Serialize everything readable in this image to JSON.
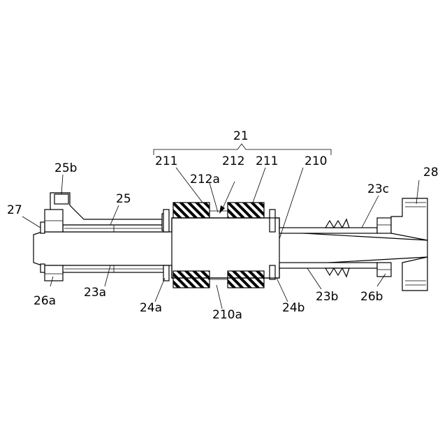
{
  "labels": {
    "l21": "21",
    "l211a": "211",
    "l212": "212",
    "l211b": "211",
    "l210": "210",
    "l25b": "25b",
    "l28": "28",
    "l212a": "212a",
    "l23c": "23c",
    "l27": "27",
    "l25": "25",
    "l26a": "26a",
    "l23a": "23a",
    "l24a": "24a",
    "l210a": "210a",
    "l24b": "24b",
    "l23b": "23b",
    "l26b": "26b"
  },
  "colors": {
    "line": "#000000",
    "background": "#ffffff"
  }
}
